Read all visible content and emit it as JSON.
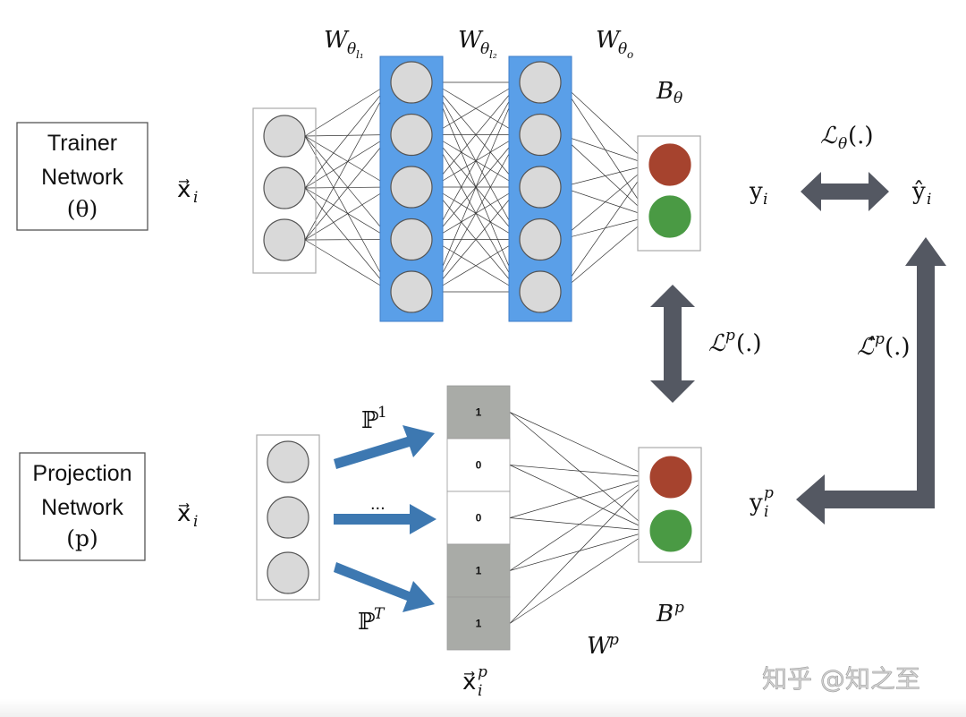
{
  "trainer": {
    "box_line1": "Trainer",
    "box_line2": "Network",
    "box_param": "(θ)",
    "input_label": "x⃗",
    "input_sub": "i",
    "input_nodes": 3,
    "hidden_layers": [
      5,
      5
    ],
    "output_nodes": 2,
    "weights": [
      {
        "base": "W",
        "sub": "θ",
        "subsub": "l₁"
      },
      {
        "base": "W",
        "sub": "θ",
        "subsub": "l₂"
      },
      {
        "base": "W",
        "sub": "θ",
        "subsub": "o"
      }
    ],
    "bias": {
      "base": "B",
      "sub": "θ"
    },
    "output_label": {
      "base": "y",
      "sub": "i"
    },
    "target_label": {
      "base": "ŷ",
      "sub": "i"
    },
    "loss_label": {
      "base": "ℒ",
      "sub": "θ",
      "tail": "(.)"
    }
  },
  "projection": {
    "box_line1": "Projection",
    "box_line2": "Network",
    "box_param": "(p)",
    "input_label": "x⃗",
    "input_sub": "i",
    "input_nodes": 3,
    "projections": [
      {
        "label": "ℙ",
        "sup": "1"
      },
      {
        "label": "...",
        "sup": ""
      },
      {
        "label": "ℙ",
        "sup": "T"
      }
    ],
    "bit_vector": [
      "1",
      "0",
      "0",
      "1",
      "1"
    ],
    "bit_vector_label": {
      "base": "x⃗",
      "sup": "p",
      "sub": "i"
    },
    "weight": {
      "base": "W",
      "sup": "p"
    },
    "bias": {
      "base": "B",
      "sup": "p"
    },
    "output_nodes": 2,
    "output_label": {
      "base": "y",
      "sup": "p",
      "sub": "i"
    }
  },
  "losses": {
    "projection_loss": {
      "base": "ℒ",
      "sup": "p",
      "tail": "(.)"
    },
    "projection_hat_loss": {
      "base": "ℒ̂",
      "sup": "p",
      "tail": "(.)"
    }
  },
  "colors": {
    "hidden_layer_fill": "#5a9fe8",
    "node_fill": "#d9d9d9",
    "node_stroke": "#555555",
    "output_red": "#a6432e",
    "output_green": "#4a9a44",
    "arrow_gray": "#545862",
    "proj_arrow_blue": "#3d78b1",
    "bit_on": "#a9aba7",
    "bit_off": "#ffffff"
  },
  "watermark": "知乎 @知之至"
}
